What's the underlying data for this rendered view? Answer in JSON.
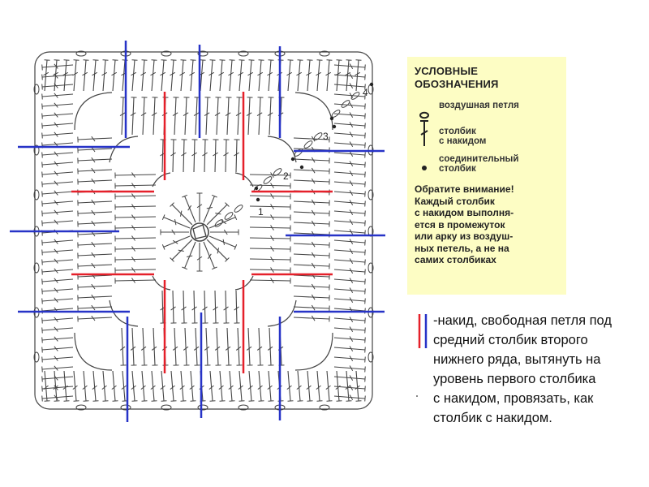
{
  "legend": {
    "title": "УСЛОВНЫЕ\nОБОЗНАЧЕНИЯ",
    "items": [
      {
        "icon": "chain-stitch-icon",
        "label": "воздушная петля"
      },
      {
        "icon": "double-crochet-icon",
        "label": "столбик\nс накидом"
      },
      {
        "icon": "slip-stitch-icon",
        "label": "соединительный\nстолбик"
      }
    ],
    "note": "Обратите внимание!\nКаждый столбик\nс накидом выполня-\nется в промежуток\nили арку из воздуш-\nных петель, а не на\nсамих столбиках"
  },
  "explanation": {
    "text": "-накид, свободная петля под\nсредний столбик второго\nнижнего ряда, вытянуть на\nуровень первого столбика\nс накидом, провязать, как\nстолбик с накидом."
  },
  "diagram": {
    "row_numbers": [
      "1",
      "2",
      "3",
      "4"
    ],
    "line_colors": {
      "red": "#e5202a",
      "blue": "#2733c7",
      "chart": "#444444"
    }
  }
}
